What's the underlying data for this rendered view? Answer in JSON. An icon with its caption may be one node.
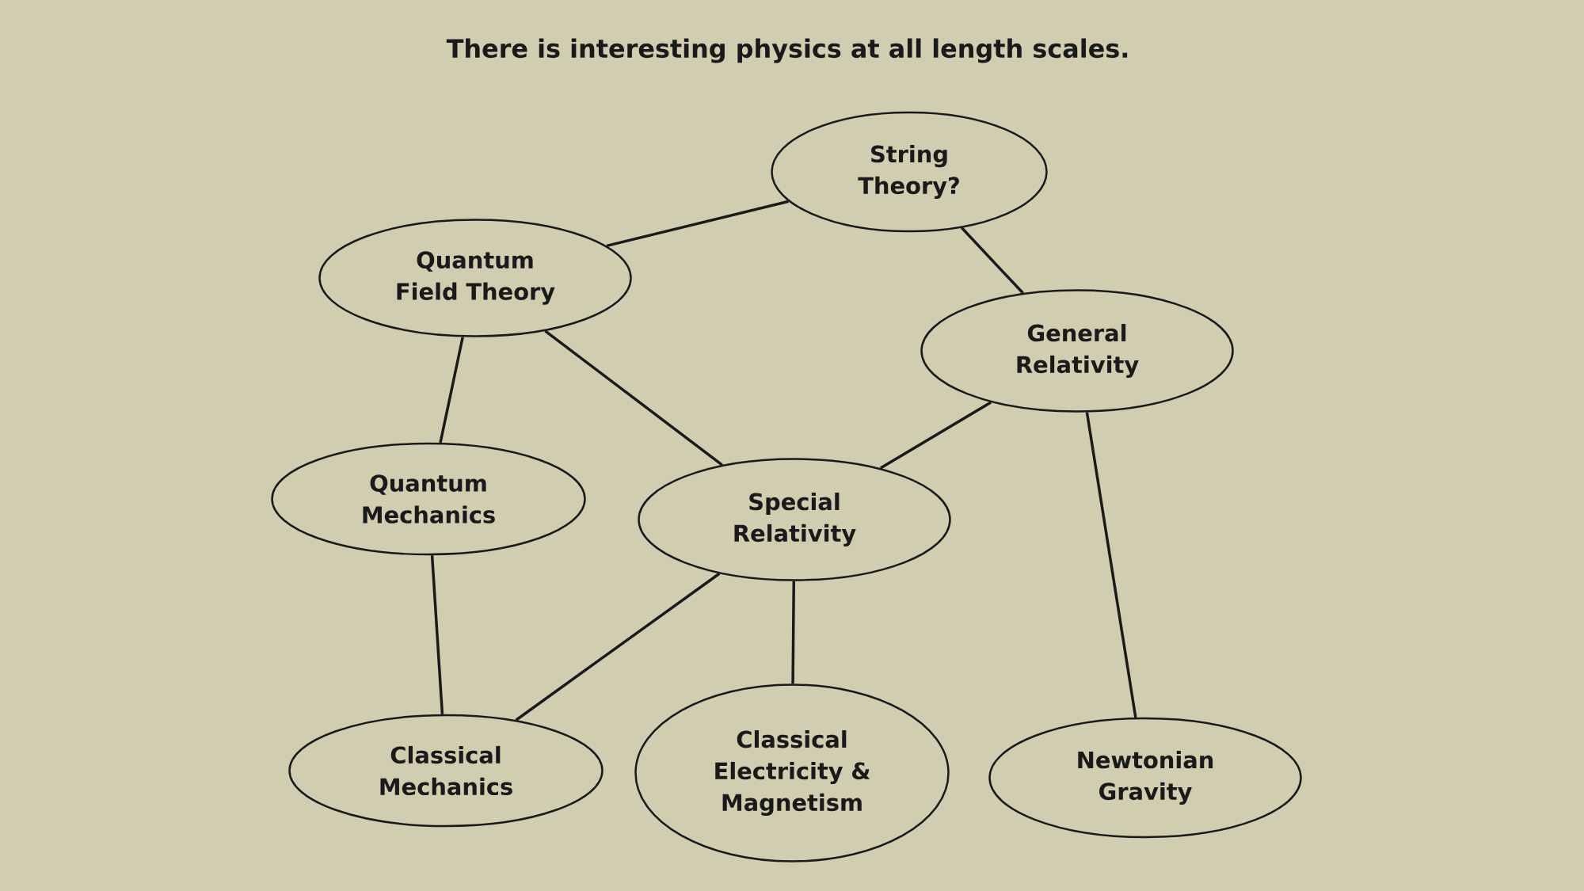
{
  "diagram": {
    "title": "There is interesting physics at all length scales.",
    "nodes": [
      {
        "text": [
          "String Theory?"
        ]
      },
      {
        "text": [
          "Quantum Field Theory"
        ]
      },
      {
        "text": [
          "General Relativity"
        ]
      },
      {
        "text": [
          "Quantum Mechanics"
        ]
      },
      {
        "text": [
          "Special Relativity"
        ]
      },
      {
        "text": [
          "Classical Mechanics"
        ]
      },
      {
        "text": [
          "Classical Electricity & Magnetism"
        ]
      },
      {
        "text": [
          "Newtonian Gravity"
        ]
      }
    ],
    "edges": [
      {
        "from": 0,
        "to": 1,
        "arrow": "none"
      },
      {
        "from": 0,
        "to": 2,
        "arrow": "none"
      },
      {
        "from": 1,
        "to": 3,
        "arrow": "none"
      },
      {
        "from": 1,
        "to": 4,
        "arrow": "none"
      },
      {
        "from": 2,
        "to": 4,
        "arrow": "none"
      },
      {
        "from": 2,
        "to": 7,
        "arrow": "none"
      },
      {
        "from": 3,
        "to": 5,
        "arrow": "none"
      },
      {
        "from": 4,
        "to": 5,
        "arrow": "none"
      },
      {
        "from": 4,
        "to": 6,
        "arrow": "none"
      }
    ]
  }
}
